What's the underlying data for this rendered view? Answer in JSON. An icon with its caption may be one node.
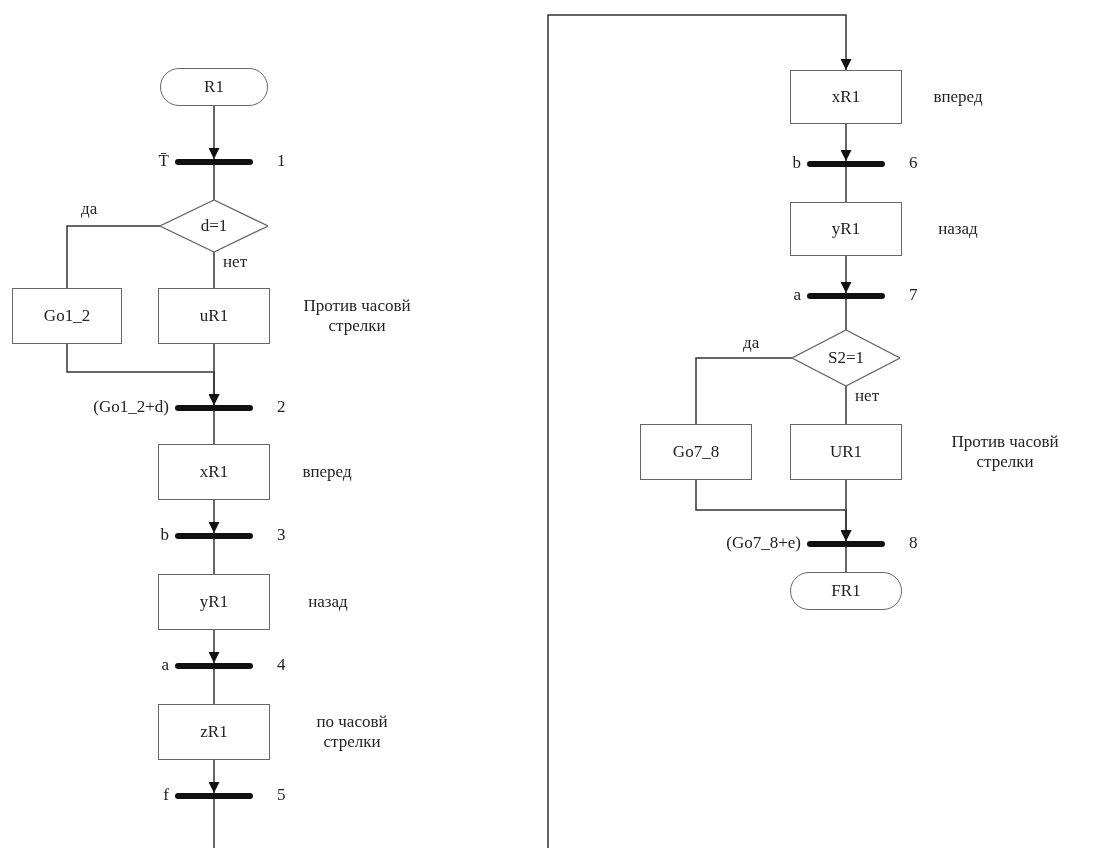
{
  "diagram": {
    "nodes": [
      {
        "text": [
          "R1"
        ]
      },
      {
        "text": [],
        "shape": "bar",
        "beside": [
          "T̄",
          "1"
        ]
      },
      {
        "text": [
          "d=1"
        ]
      },
      {
        "text": [
          "Go1_2"
        ]
      },
      {
        "text": [
          "uR1"
        ],
        "beside": [
          "Против часовй стрелки"
        ]
      },
      {
        "text": [],
        "shape": "bar",
        "beside": [
          "(Go1_2+d)",
          "2"
        ]
      },
      {
        "text": [
          "xR1"
        ],
        "beside": [
          "вперед"
        ]
      },
      {
        "text": [],
        "shape": "bar",
        "beside": [
          "b",
          "3"
        ]
      },
      {
        "text": [
          "yR1"
        ],
        "beside": [
          "назад"
        ]
      },
      {
        "text": [],
        "shape": "bar",
        "beside": [
          "a",
          "4"
        ]
      },
      {
        "text": [
          "zR1"
        ],
        "beside": [
          "по часовй стрелки"
        ]
      },
      {
        "text": [],
        "shape": "bar",
        "beside": [
          "f",
          "5"
        ]
      },
      {
        "text": [
          "xR1"
        ],
        "beside": [
          "вперед"
        ]
      },
      {
        "text": [],
        "shape": "bar",
        "beside": [
          "b",
          "6"
        ]
      },
      {
        "text": [
          "yR1"
        ],
        "beside": [
          "назад"
        ]
      },
      {
        "text": [],
        "shape": "bar",
        "beside": [
          "a",
          "7"
        ]
      },
      {
        "text": [
          "S2=1"
        ]
      },
      {
        "text": [
          "Go7_8"
        ]
      },
      {
        "text": [
          "UR1"
        ],
        "beside": [
          "Против часовй стрелки"
        ]
      },
      {
        "text": [],
        "shape": "bar",
        "beside": [
          "(Go7_8+e)",
          "8"
        ]
      },
      {
        "text": [
          "FR1"
        ]
      }
    ],
    "edges": [
      {
        "from": 0,
        "to": 1,
        "arrow": "to"
      },
      {
        "from": 1,
        "to": 2,
        "arrow": "none"
      },
      {
        "from": 2,
        "to": 3,
        "arrow": "none",
        "label": "да"
      },
      {
        "from": 2,
        "to": 4,
        "arrow": "none",
        "label": "нет"
      },
      {
        "from": 4,
        "to": 5,
        "arrow": "to"
      },
      {
        "from": 3,
        "to": 5,
        "arrow": "to"
      },
      {
        "from": 5,
        "to": 6,
        "arrow": "none"
      },
      {
        "from": 6,
        "to": 7,
        "arrow": "to"
      },
      {
        "from": 7,
        "to": 8,
        "arrow": "none"
      },
      {
        "from": 8,
        "to": 9,
        "arrow": "to"
      },
      {
        "from": 9,
        "to": 10,
        "arrow": "none"
      },
      {
        "from": 10,
        "to": 11,
        "arrow": "to"
      },
      {
        "from": 11,
        "to": null,
        "arrow": "none"
      },
      {
        "from": null,
        "to": 12,
        "arrow": "to"
      },
      {
        "from": 12,
        "to": 13,
        "arrow": "to"
      },
      {
        "from": 13,
        "to": 14,
        "arrow": "none"
      },
      {
        "from": 14,
        "to": 15,
        "arrow": "to"
      },
      {
        "from": 15,
        "to": 16,
        "arrow": "none"
      },
      {
        "from": 16,
        "to": 17,
        "arrow": "none",
        "label": "да"
      },
      {
        "from": 16,
        "to": 18,
        "arrow": "none",
        "label": "нет"
      },
      {
        "from": 18,
        "to": 19,
        "arrow": "to"
      },
      {
        "from": 17,
        "to": 19,
        "arrow": "to"
      },
      {
        "from": 19,
        "to": 20,
        "arrow": "none"
      }
    ]
  }
}
